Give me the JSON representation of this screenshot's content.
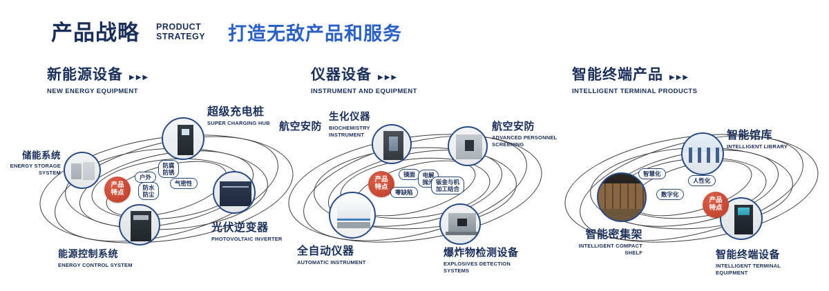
{
  "header": {
    "title": "产品战略",
    "subtitle_top": "PRODUCT",
    "subtitle_bottom": "STRATEGY",
    "slogan": "打造无敌产品和服务"
  },
  "icons": {
    "section_arrows": "▶▶▶"
  },
  "colors": {
    "navy": "#1a2e5a",
    "slogan_blue": "#2a5fc4",
    "badge_red": "#bc3c27"
  },
  "sections": [
    {
      "title": "新能源设备",
      "subtitle": "NEW ENERGY EQUIPMENT",
      "badge": "产品特点",
      "items": [
        {
          "label": "储能系统",
          "sublabel": "ENERGY STORAGE SYSTEM"
        },
        {
          "label": "超级充电桩",
          "sublabel": "SUPER CHARGING HUB"
        },
        {
          "label": "光伏逆变器",
          "sublabel": "PHOTOVOLTAIC INVERTER"
        },
        {
          "label": "能源控制系统",
          "sublabel": "ENERGY CONTROL SYSTEM"
        }
      ],
      "tags": [
        "户外",
        "防腐防锈",
        "气密性",
        "防水防尘"
      ]
    },
    {
      "title": "仪器设备",
      "subtitle": "INSTRUMENT AND EQUIPMENT",
      "badge": "产品特点",
      "extra_label": "航空安防",
      "items": [
        {
          "label": "生化仪器",
          "sublabel": "BIOCHEMISTRY INSTRUMENT"
        },
        {
          "label": "航空安防",
          "sublabel": "ADVANCED PERSONNEL SCREENING"
        },
        {
          "label": "全自动仪器",
          "sublabel": "AUTOMATIC INSTRUMENT"
        },
        {
          "label": "爆炸物检测设备",
          "sublabel": "EXPLOSIVES DETECTION SYSTEMS"
        }
      ],
      "tags": [
        "镜面",
        "电解抛光",
        "零缺陷",
        "钣金与机加工结合"
      ]
    },
    {
      "title": "智能终端产品",
      "subtitle": "INTELLIGENT TERMINAL PRODUCTS",
      "badge": "产品特点",
      "items": [
        {
          "label": "智能馆库",
          "sublabel": "INTELLIGENT LIBRARY"
        },
        {
          "label": "智能密集架",
          "sublabel": "INTELLIGENT COMPACT SHELF"
        },
        {
          "label": "智能终端设备",
          "sublabel": "INTELLIGENT TERMINAL EQUIPMENT"
        }
      ],
      "tags": [
        "智慧化",
        "人性化",
        "数字化"
      ]
    }
  ]
}
